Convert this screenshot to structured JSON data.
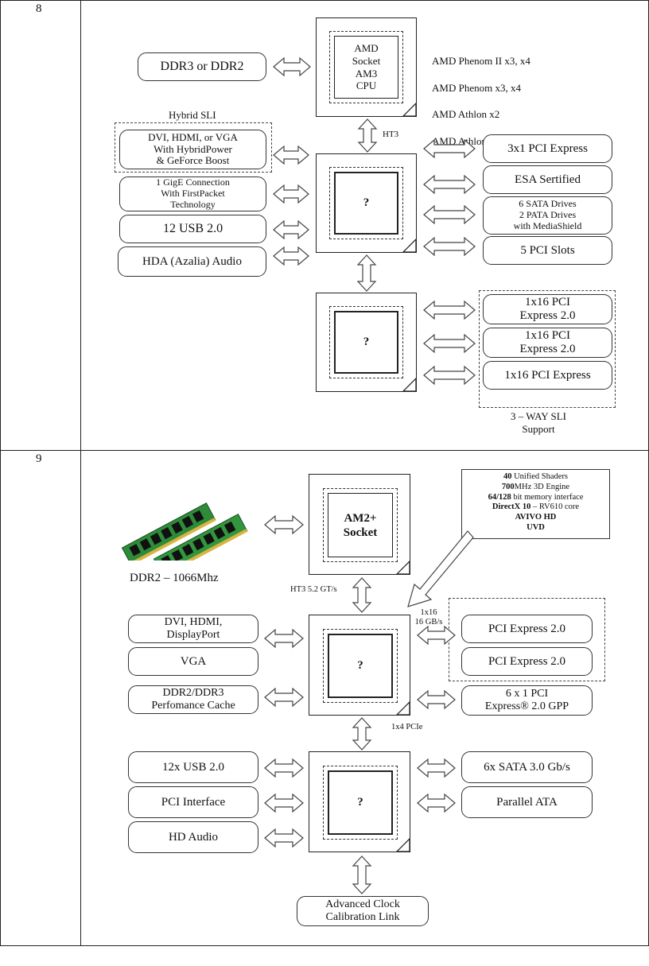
{
  "rows": [
    {
      "number": "8",
      "cpu": {
        "label": "AMD\nSocket\nAM3\nCPU",
        "supported": [
          "AMD Phenom II x3, x4",
          "AMD Phenom  x3, x4",
          "AMD Athlon x2",
          "AMD Athlon"
        ]
      },
      "memory": "DDR3 or DDR2",
      "hybrid_sli_label": "Hybrid SLI",
      "ht3_label": "HT3",
      "northbridge": "?",
      "southbridge": "?",
      "left": [
        "DVI, HDMI, or VGA\nWith HybridPower\n& GeForce Boost",
        "1 GigE Connection\nWith FirstPacket\nTechnology",
        "12 USB 2.0",
        "HDA (Azalia) Audio"
      ],
      "right": [
        "3x1 PCI Express",
        "ESA Sertified",
        "6 SATA Drives\n2 PATA Drives\nwith MediaShield",
        "5 PCI Slots"
      ],
      "sli_slots": [
        "1x16 PCI\nExpress 2.0",
        "1x16 PCI\nExpress 2.0",
        "1x16 PCI Express"
      ],
      "sli_label": "3 – WAY SLI\nSupport"
    },
    {
      "number": "9",
      "socket": "AM2+\nSocket",
      "memory_label": "DDR2 – 1066Mhz",
      "ht3_label": "HT3 5.2 GT/s",
      "gpu_info": {
        "lines": [
          {
            "bold": "40",
            "rest": " Unified Shaders"
          },
          {
            "bold": "700",
            "rest": "MHz 3D Engine"
          },
          {
            "bold": "64/128",
            "rest": " bit memory interface"
          },
          {
            "bold": "DirectX 10",
            "rest": " – RV610 core"
          },
          {
            "bold": "AVIVO HD",
            "rest": ""
          },
          {
            "bold": "UVD",
            "rest": ""
          }
        ]
      },
      "northbridge": "?",
      "southbridge": "?",
      "pcie_label": "1x16\n16 GB/s",
      "link_label": "1x4 PCIe",
      "nb_left": [
        "DVI, HDMI,\nDisplayPort",
        "VGA",
        "DDR2/DDR3\nPerfomance Cache"
      ],
      "nb_right": [
        "PCI Express 2.0",
        "PCI Express 2.0",
        "6 x 1 PCI\nExpress® 2.0 GPP"
      ],
      "sb_left": [
        "12x USB 2.0",
        "PCI Interface",
        "HD Audio"
      ],
      "sb_right": [
        "6x SATA 3.0 Gb/s",
        "Parallel ATA"
      ],
      "bottom": "Advanced Clock\nCalibration Link"
    }
  ]
}
